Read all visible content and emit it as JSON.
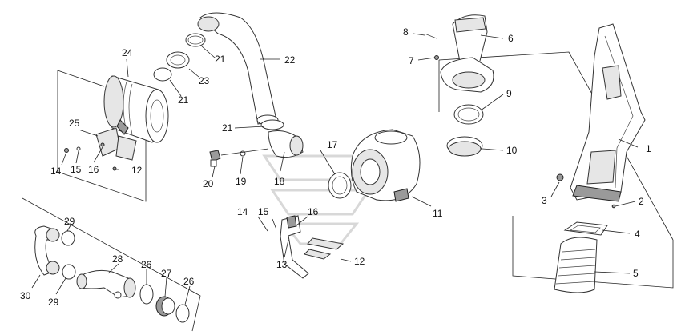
{
  "labels": {
    "l1": "1",
    "l2": "2",
    "l3": "3",
    "l4": "4",
    "l5": "5",
    "l6": "6",
    "l7": "7",
    "l8": "8",
    "l9": "9",
    "l10": "10",
    "l11": "11",
    "l12a": "12",
    "l12b": "12",
    "l13": "13",
    "l14a": "14",
    "l14b": "14",
    "l15a": "15",
    "l15b": "15",
    "l16a": "16",
    "l16b": "16",
    "l17": "17",
    "l18": "18",
    "l19": "19",
    "l20": "20",
    "l21a": "21",
    "l21b": "21",
    "l21c": "21",
    "l22": "22",
    "l23": "23",
    "l24": "24",
    "l25": "25",
    "l26a": "26",
    "l26b": "26",
    "l27": "27",
    "l28": "28",
    "l29a": "29",
    "l29b": "29",
    "l30": "30"
  },
  "colors": {
    "line": "#222222",
    "fill_light": "#e6e6e6",
    "fill_dark": "#9a9a9a",
    "watermark": "#d8d8d8"
  }
}
